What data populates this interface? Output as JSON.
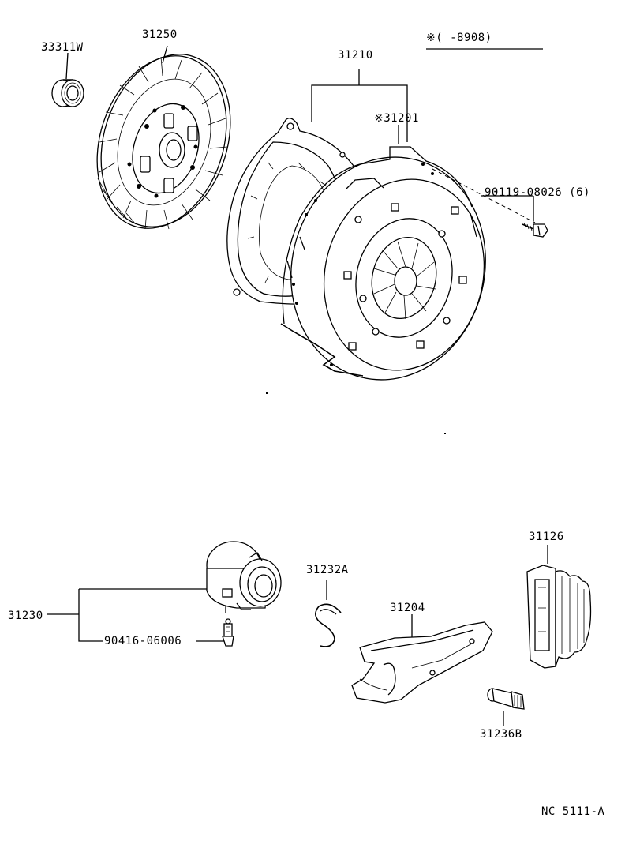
{
  "diagram": {
    "note": "※(      -8908)",
    "drawing_code": "NC 5111-A",
    "parts": [
      {
        "id": "bearing",
        "label": "33311W"
      },
      {
        "id": "clutch-disc",
        "label": "31250"
      },
      {
        "id": "clutch-cover-assy",
        "label": "31210"
      },
      {
        "id": "clutch-cover",
        "label": "※31201"
      },
      {
        "id": "bolt",
        "label": "90119-08026 (6)"
      },
      {
        "id": "release-bearing-hub",
        "label": "31230"
      },
      {
        "id": "grease-fitting",
        "label": "90416-06006"
      },
      {
        "id": "clip",
        "label": "31232A"
      },
      {
        "id": "release-fork",
        "label": "31204"
      },
      {
        "id": "boot",
        "label": "31126"
      },
      {
        "id": "pivot-stud",
        "label": "31236B"
      }
    ]
  }
}
